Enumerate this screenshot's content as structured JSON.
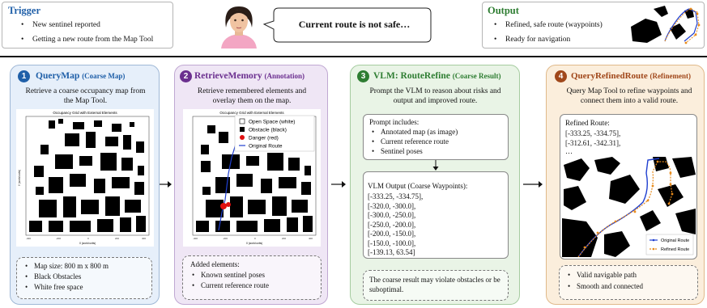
{
  "trigger": {
    "title": "Trigger",
    "items": [
      "New sentinel reported",
      "Getting a new route from the Map Tool"
    ]
  },
  "speech": {
    "text": "Current route is not safe…"
  },
  "output": {
    "title": "Output",
    "items": [
      "Refined, safe route (waypoints)",
      "Ready for navigation"
    ]
  },
  "steps": [
    {
      "num": "1",
      "title": "QueryMap",
      "subtitle": "(Coarse Map)",
      "desc": "Retrieve a coarse occupancy map from the Map Tool.",
      "plot_title": "Occupancy Grid with External Elements",
      "bullets": [
        "Map size: 800 m x 800 m",
        "Black Obstacles",
        "White free space"
      ],
      "color": "#1f5fa8"
    },
    {
      "num": "2",
      "title": "RetrieveMemory",
      "subtitle": "(Annotation)",
      "desc": "Retrieve remembered elements and overlay them on the map.",
      "plot_title": "Occupancy Grid with External Elements",
      "legend": [
        "Open Space (white)",
        "Obstacle (black)",
        "Danger (red)",
        "Original Route"
      ],
      "added_label": "Added elements:",
      "bullets": [
        "Known sentinel poses",
        "Current reference route"
      ],
      "color": "#6b2f8f"
    },
    {
      "num": "3",
      "title": "VLM: RouteRefine",
      "subtitle": "(Coarse Result)",
      "desc": "Prompt the VLM to reason about risks and output and improved route.",
      "prompt_label": "Prompt includes:",
      "prompt_items": [
        "Annotated map (as image)",
        "Current reference route",
        "Sentinel poses"
      ],
      "vlm_label": "VLM Output (Coarse Waypoints):",
      "vlm_lines": [
        "[-333.25, -334.75],",
        "[-320.0, -300.0],",
        "[-300.0, -250.0],",
        "[-250.0, -200.0],",
        "[-200.0, -150.0],",
        "[-150.0, -100.0],",
        "[-139.13, 63.54]"
      ],
      "note": "The coarse result may violate obstacles or be suboptimal.",
      "color": "#2e7d32"
    },
    {
      "num": "4",
      "title": "QueryRefinedRoute",
      "subtitle": "(Refinement)",
      "desc": "Query Map Tool to refine waypoints and connect them into a valid route.",
      "refined_label": "Refined Route:",
      "refined_lines": [
        "[-333.25, -334.75],",
        "[-312.61, -342.31],",
        "…"
      ],
      "legend": [
        "Original Route",
        "Refined Route"
      ],
      "bullets": [
        "Valid navigable path",
        "Smooth and connected"
      ],
      "color": "#a0471a"
    }
  ],
  "colors": {
    "step1_bg": "#e6effa",
    "step2_bg": "#efe6f5",
    "step3_bg": "#e9f4e6",
    "step4_bg": "#fbeedc",
    "trigger_title": "#1f5fa8",
    "output_title": "#2e7d32",
    "route_blue": "#1f3fd0",
    "route_orange": "#e88a1a",
    "danger": "#e01010"
  }
}
